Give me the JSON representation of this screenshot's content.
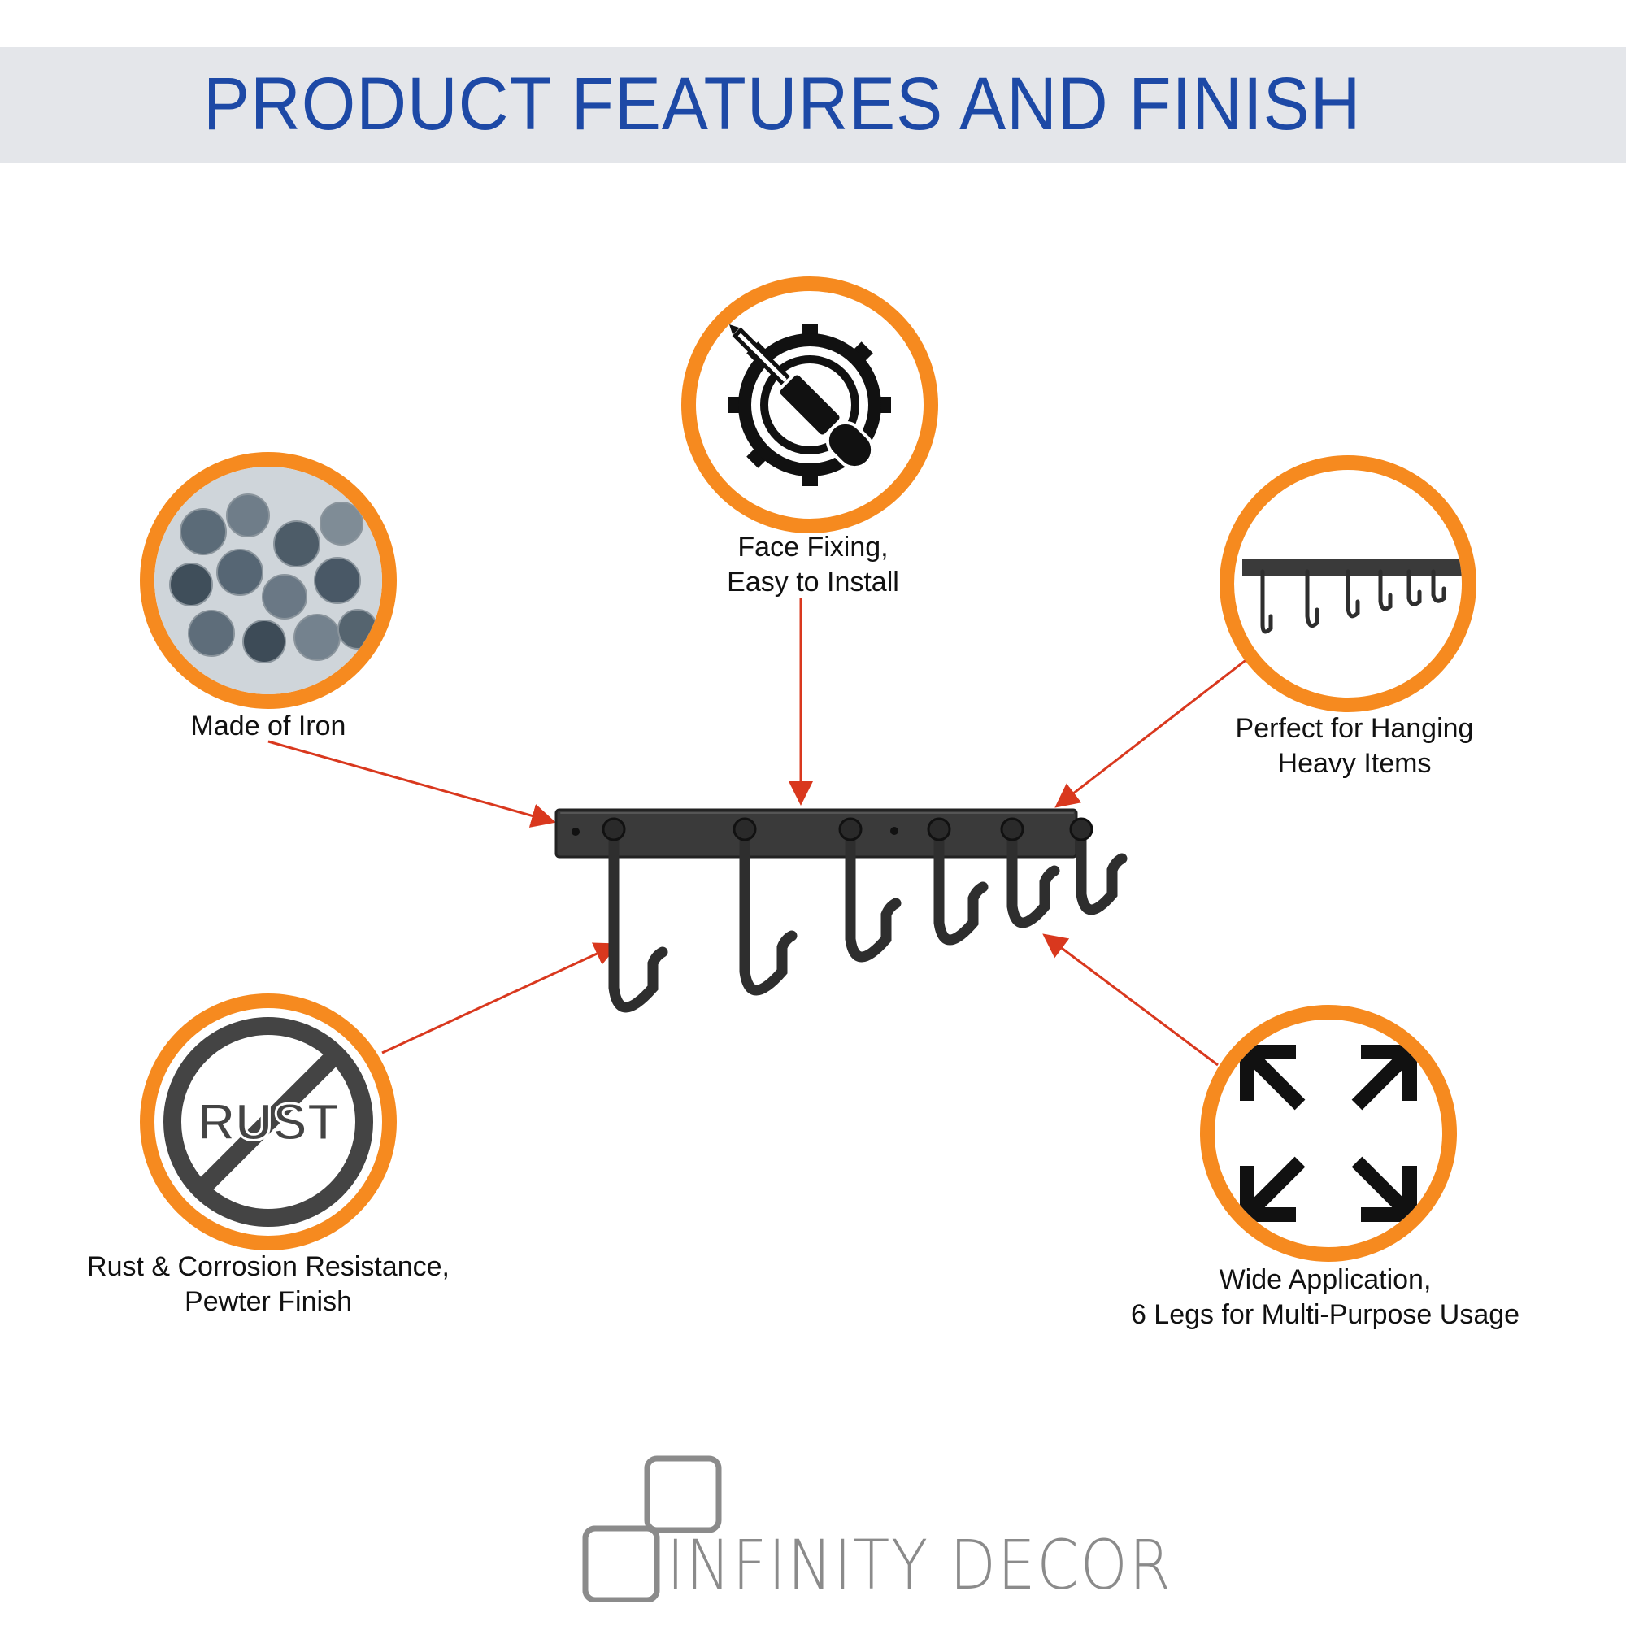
{
  "header": {
    "title": "PRODUCT FEATURES AND FINISH"
  },
  "features": {
    "install": {
      "lines": [
        "Face Fixing,",
        "Easy to Install"
      ],
      "icon": "gear-screwdriver-icon"
    },
    "iron": {
      "lines": [
        "Made of Iron"
      ],
      "icon": "iron-bars-photo"
    },
    "hanging": {
      "lines": [
        "Perfect for Hanging",
        "Heavy Items"
      ],
      "icon": "hook-rack-photo"
    },
    "rust": {
      "lines": [
        "Rust & Corrosion Resistance,",
        "Pewter Finish"
      ],
      "icon": "no-rust-icon",
      "badge_text": "RUST"
    },
    "wide": {
      "lines": [
        "Wide Application,",
        "6 Legs for Multi-Purpose Usage"
      ],
      "icon": "expand-arrows-icon"
    }
  },
  "brand": {
    "name": "INFINITY DECOR",
    "icon": "overlapping-squares-logo"
  },
  "colors": {
    "accent": "#f68a1f",
    "title": "#1d49a6",
    "arrow": "#d9381e",
    "banner": "#e4e6ea"
  }
}
